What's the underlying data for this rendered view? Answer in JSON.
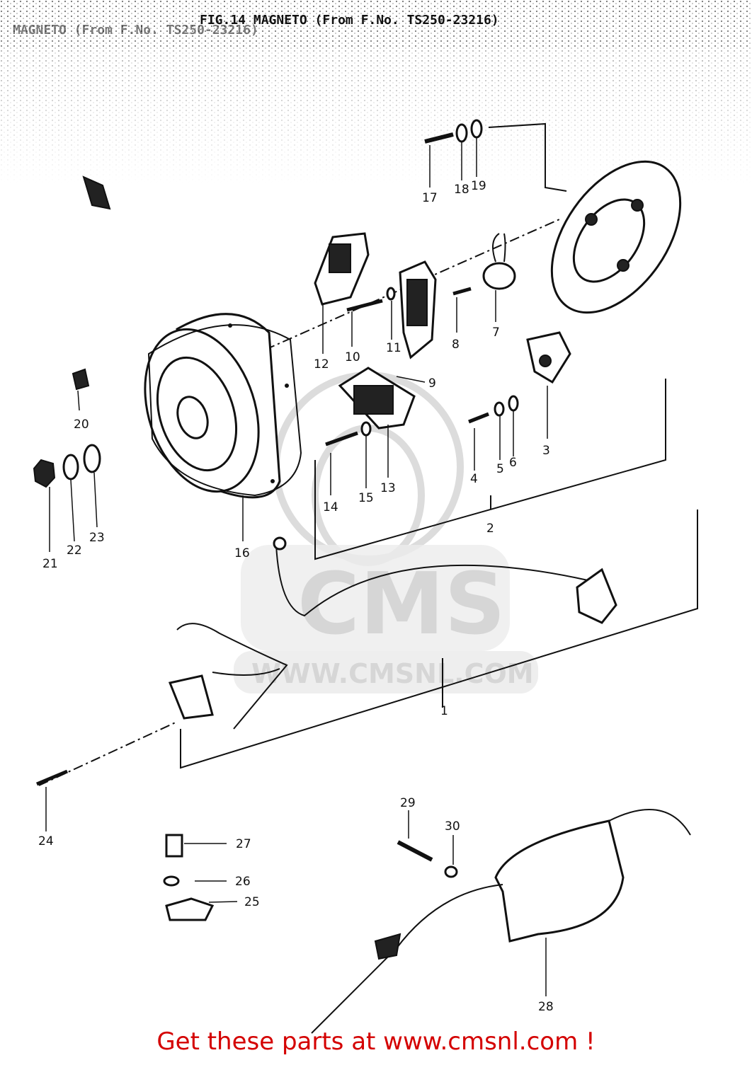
{
  "header": {
    "title": "MAGNETO (From F.No. TS250-23216)",
    "subtitle": "FIG.14 MAGNETO (From F.No. TS250-23216)"
  },
  "callouts": [
    "1",
    "2",
    "3",
    "4",
    "5",
    "6",
    "7",
    "8",
    "9",
    "9",
    "10",
    "11",
    "12",
    "13",
    "14",
    "15",
    "16",
    "17",
    "18",
    "19",
    "20",
    "21",
    "22",
    "23",
    "24",
    "25",
    "26",
    "27",
    "28",
    "29",
    "30"
  ],
  "watermark": {
    "brand": "CMS",
    "url": "WWW.CMSNL.COM"
  },
  "footer": {
    "text": "Get these parts at www.cmsnl.com !",
    "color": "#d40000"
  }
}
